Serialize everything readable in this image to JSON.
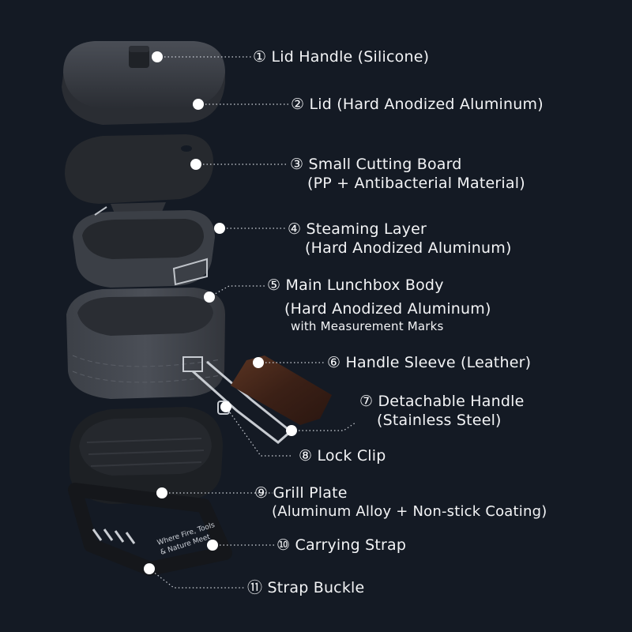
{
  "colors": {
    "background": "#141a24",
    "text": "#f3f4f6",
    "part": "#3a3e45",
    "part_dark": "#26292e",
    "leather": "#4a2a1c"
  },
  "labels": [
    {
      "id": "lid-handle",
      "line1": "① Lid Handle (Silicone)"
    },
    {
      "id": "lid",
      "line1": "② Lid (Hard Anodized Aluminum)"
    },
    {
      "id": "cutting-board",
      "line1": "③ Small Cutting Board",
      "line2": "(PP + Antibacterial Material)"
    },
    {
      "id": "steaming-layer",
      "line1": "④ Steaming Layer",
      "line2": "(Hard Anodized Aluminum)"
    },
    {
      "id": "main-body",
      "line1": "⑤ Main Lunchbox Body",
      "line2": "(Hard Anodized Aluminum)",
      "line3": "with Measurement Marks"
    },
    {
      "id": "handle-sleeve",
      "line1": "⑥ Handle Sleeve (Leather)"
    },
    {
      "id": "detachable-handle",
      "line1": "⑦ Detachable Handle",
      "line2": "(Stainless Steel)"
    },
    {
      "id": "lock-clip",
      "line1": "⑧ Lock Clip"
    },
    {
      "id": "grill-plate",
      "line1": "⑨ Grill Plate",
      "line2": "(Aluminum Alloy + Non-stick Coating)"
    },
    {
      "id": "carrying-strap",
      "line1": "⑩ Carrying Strap"
    },
    {
      "id": "strap-buckle",
      "line1": "⑪ Strap Buckle"
    }
  ],
  "strap_print": {
    "line1": "Where Fire, Tools",
    "line2": "& Nature Meet"
  }
}
